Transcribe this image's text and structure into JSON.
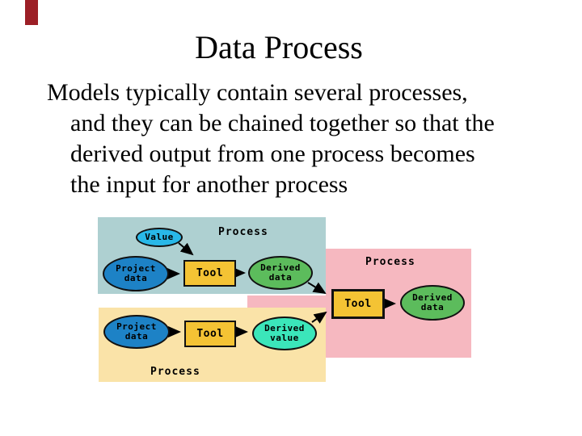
{
  "title": "Data Process",
  "body": {
    "lines": [
      "Models typically contain several processes,",
      "and they can be chained together so that the",
      "derived output from one process becomes",
      "the input for another process"
    ]
  },
  "diagram": {
    "panels": [
      {
        "label": "Process"
      },
      {
        "label": "Process"
      },
      {
        "label": "Process"
      }
    ],
    "nodes": {
      "value": {
        "label": "Value"
      },
      "project_data_1": {
        "label": "Project\ndata"
      },
      "tool_1": {
        "label": "Tool"
      },
      "derived_data_1": {
        "label": "Derived\ndata"
      },
      "tool_3": {
        "label": "Tool"
      },
      "derived_data_2": {
        "label": "Derived\ndata"
      },
      "project_data_2": {
        "label": "Project\ndata"
      },
      "tool_2": {
        "label": "Tool"
      },
      "derived_value": {
        "label": "Derived\nvalue"
      }
    }
  },
  "colors": {
    "red_mark": "#9c1f26",
    "teal_panel": "#aed0d1",
    "pink_panel": "#f6b8c0",
    "yellow_panel": "#fae3a8",
    "value_fill": "#29b8e8",
    "project_data_fill": "#1d82c6",
    "derived_data_fill": "#5cbc5c",
    "derived_value_fill": "#3be6ba",
    "tool_fill": "#f4c334"
  }
}
